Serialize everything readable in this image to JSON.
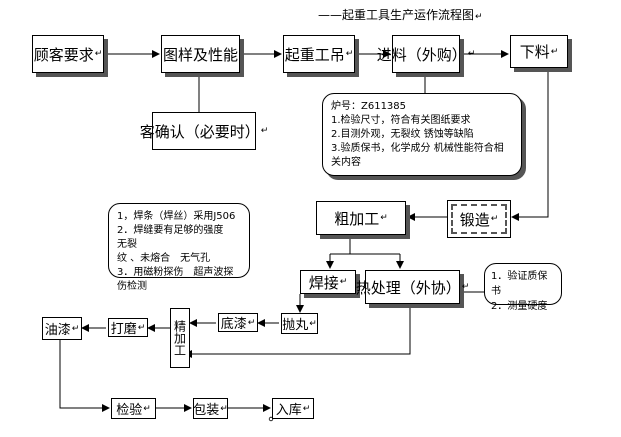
{
  "title": "——起重工具生产运作流程图",
  "return_mark": "↵",
  "nodes": {
    "customer": "顾客要求",
    "drawing": "图样及性能",
    "crane": "起重工吊",
    "purchase": "进料（外购）",
    "blanking": "下料",
    "confirm": "客确认（必要时）",
    "rough": "粗加工",
    "forging": "锻造",
    "welding": "焊接",
    "heat": "热处理（外协）",
    "shot": "抛丸",
    "primer": "底漆",
    "finish": "精加工",
    "grind": "打磨",
    "paint": "油漆",
    "inspect": "检验",
    "pack": "包装",
    "store": "入库"
  },
  "notes": {
    "furnace": [
      "炉号：Z611385",
      "1.检验尺寸，符合有关图纸要求",
      "2.目测外观，无裂纹 锈蚀等缺陷",
      "3.验质保书，化学成分 机械性能符合相关内容"
    ],
    "welding": [
      "1，焊条（焊丝）采用J506",
      "2．焊缝要有足够的强度　无裂",
      "纹 、未熔合　无气孔",
      "3．用磁粉探伤　超声波探伤检测"
    ],
    "heat": [
      "1．验证质保书",
      "2．测量硬度"
    ]
  }
}
